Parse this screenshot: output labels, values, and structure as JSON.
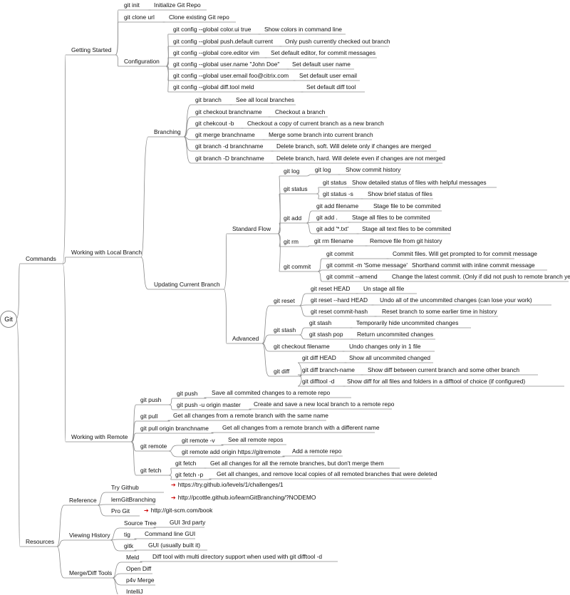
{
  "root": "Git",
  "labels": {
    "getting_started": "Getting Started",
    "git_init": "git init",
    "git_init_desc": "Initialize Git Repo",
    "git_clone": "git clone url",
    "git_clone_desc": "Clone existing Git repo",
    "configuration": "Configuration",
    "cfg_color": "git config --global color.ui true",
    "cfg_color_desc": "Show colors in command line",
    "cfg_push": "git config --global push.default current",
    "cfg_push_desc": "Only push currently checked out branch",
    "cfg_editor": "git config --global core.editor vim",
    "cfg_editor_desc": "Set default editor, for commit messages",
    "cfg_name": "git config --global user.name \"John Doe\"",
    "cfg_name_desc": "Set default user name",
    "cfg_email": "git config --global user.email foo@citrix.com",
    "cfg_email_desc": "Set default user email",
    "cfg_diff": "git config --global diff.tool meld",
    "cfg_diff_desc": "Set default diff tool",
    "commands": "Commands",
    "working_local": "Working with Local Branch",
    "branching": "Branching",
    "br1": "git branch",
    "br1_desc": "See all local branches",
    "br2": "git checkout branchname",
    "br2_desc": "Checkout a branch",
    "br3": "git chekcout -b",
    "br3_desc": "Checkout a copy of current branch as a new branch",
    "br4": "git merge branchname",
    "br4_desc": "Merge some branch into current branch",
    "br5": "git branch -d branchname",
    "br5_desc": "Delete branch, soft. Will delete only if changes are merged",
    "br6": "git branch -D branchname",
    "br6_desc": "Delete branch, hard. Will delete even if changes are not merged",
    "updating": "Updating Current Branch",
    "standard_flow": "Standard Flow",
    "gitlog": "git log",
    "gitlog2": "git log",
    "gitlog_desc": "Show commit history",
    "gitstatus": "git status",
    "st1": "git status",
    "st1_desc": "Show detailed status of files with helpful messages",
    "st2": "git status -s",
    "st2_desc": "Show brief status of files",
    "gitadd": "git add",
    "ad1": "git add filename",
    "ad1_desc": "Stage file to be commited",
    "ad2": "git add .",
    "ad2_desc": "Stage all files to be commited",
    "ad3": "git add '*.txt'",
    "ad3_desc": "Stage all text files to be commited",
    "gitrm": "git rm",
    "rm1": "git rm filename",
    "rm1_desc": "Remove file from git history",
    "gitcommit": "git commit",
    "cm1": "git commit",
    "cm1_desc": "Commit files. Will get prompted to for commit message",
    "cm2": "git commit -m 'Some message'",
    "cm2_desc": "Shorthand commit with inline commit message",
    "cm3": "git commit --amend",
    "cm3_desc": "Change the latest commit. (Only if did not push to remote branch yet)",
    "advanced": "Advanced",
    "gitreset": "git reset",
    "rs1": "git reset HEAD",
    "rs1_desc": "Un stage all file",
    "rs2": "git reset --hard HEAD",
    "rs2_desc": "Undo all of the uncommited changes (can lose your work)",
    "rs3": "git reset commit-hash",
    "rs3_desc": "Reset branch to some earlier time in history",
    "gitstash": "git stash",
    "sh1": "git stash",
    "sh1_desc": "Temporarily hide uncommited changes",
    "sh2": "git stash pop",
    "sh2_desc": "Return uncommited changes",
    "checkoutfile": "git checkout filename",
    "checkoutfile_desc": "Undo changes only in 1 file",
    "gitdiff": "git diff",
    "df1": "git diff HEAD",
    "df1_desc": "Show all uncommited changed",
    "df2": "git diff branch-name",
    "df2_desc": "Show diff between current branch and some other branch",
    "df3": "git difftool -d",
    "df3_desc": "Show diff for all files and folders in a difftool of choice (if configured)",
    "working_remote": "Working with Remote",
    "gitpush": "git push",
    "ps1": "git push",
    "ps1_desc": "Save all commited changes to a remote repo",
    "ps2": "git push -u origin master",
    "ps2_desc": "Create and save a new local branch to a remote repo",
    "gitpull": "git pull",
    "gitpull_desc": "Get all changes from a remote branch with the same name",
    "pullorigin": "git pull origin branchname",
    "pullorigin_desc": "Get all changes from a remote branch with a different name",
    "gitremote": "git remote",
    "rm_v": "git remote -v",
    "rm_v_desc": "See all remote repos",
    "rm_add": "git remote add origin https://gitremote",
    "rm_add_desc": "Add a remote repo",
    "gitfetch": "git fetch",
    "ft1": "git fetch",
    "ft1_desc": "Get all changes for all the remote branches, but don't merge them",
    "ft2": "git fetch -p",
    "ft2_desc": "Get all changes, and remove local copies of all remoted branches that were deleted",
    "resources": "Resources",
    "reference": "Reference",
    "trygithub": "Try Github",
    "trygithub_url": "https://try.github.io/levels/1/challenges/1",
    "lerngit": "lernGitBranching",
    "lerngit_url": "http://pcottle.github.io/learnGitBranching/?NODEMO",
    "progit": "Pro Git",
    "progit_url": "http://git-scm.com/book",
    "viewing_history": "Viewing History",
    "sourcetree": "Source Tree",
    "sourcetree_desc": "GUI 3rd party",
    "tig": "tig",
    "tig_desc": "Command line GUI",
    "gitk": "gitk",
    "gitk_desc": "GUI (usually built it)",
    "merge_tools": "Merge/Diff Tools",
    "meld": "Meld",
    "meld_desc": "Diff tool with multi directory support when used with git difftool -d",
    "opendiff": "Open Diff",
    "p4v": "p4v Merge",
    "intellij": "IntelliJ"
  }
}
